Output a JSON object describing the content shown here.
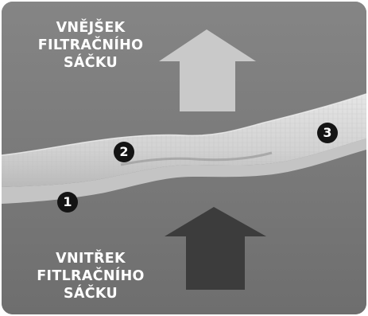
{
  "labels": {
    "outside": [
      "VNĚJŠEK",
      "FILTRAČNÍHO",
      "SÁČKU"
    ],
    "inside": [
      "VNITŘEK",
      "FITLRAČNÍHO",
      "SÁČKU"
    ]
  },
  "arrows": {
    "outside_arrow": {
      "direction": "up",
      "color": "#c9c9c9"
    },
    "inside_arrow": {
      "direction": "up",
      "color": "#3c3c3c"
    }
  },
  "markers": [
    "1",
    "2",
    "3"
  ],
  "colors": {
    "background": "#7d7d7d",
    "filter_material": "#d9d9d9",
    "marker_fill": "#141414",
    "label_text": "#ffffff"
  }
}
